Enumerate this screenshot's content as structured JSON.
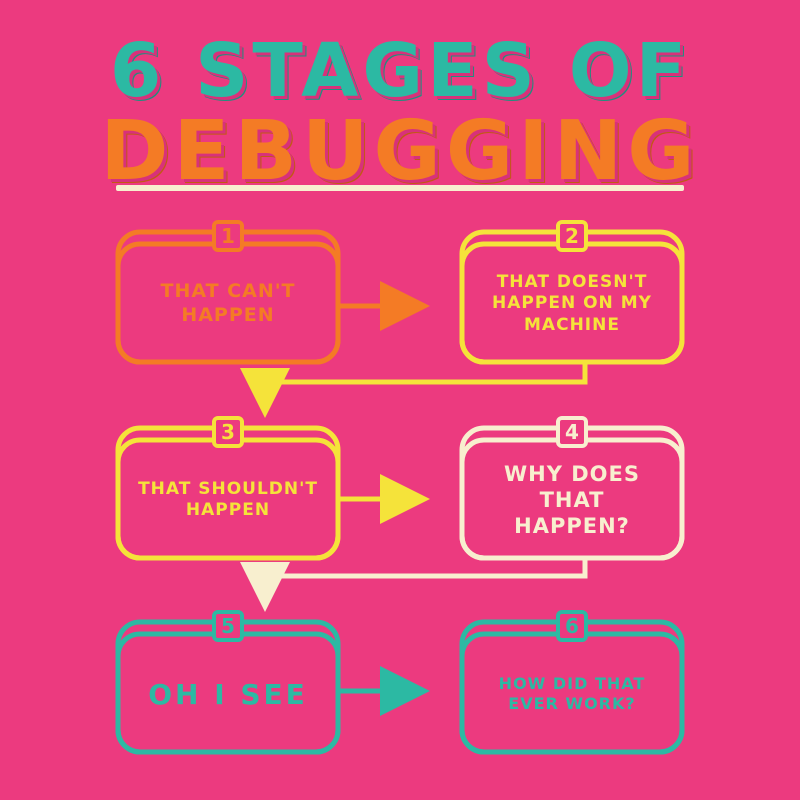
{
  "title": {
    "line1": "6 STAGES OF",
    "line2": "DEBUGGING"
  },
  "colors": {
    "background": "#ec3a7f",
    "orange": "#f47b25",
    "yellow": "#f5e33a",
    "cream": "#f8efcf",
    "teal": "#2cb9a3"
  },
  "stages": [
    {
      "number": "1",
      "text": "THAT CAN'T HAPPEN",
      "color": "#f47b25"
    },
    {
      "number": "2",
      "text": "THAT DOESN'T HAPPEN ON MY MACHINE",
      "color": "#f5e33a"
    },
    {
      "number": "3",
      "text": "THAT SHOULDN'T HAPPEN",
      "color": "#f5e33a"
    },
    {
      "number": "4",
      "text": "WHY DOES THAT HAPPEN?",
      "color": "#f8efcf"
    },
    {
      "number": "5",
      "text": "OH I SEE",
      "color": "#2cb9a3"
    },
    {
      "number": "6",
      "text": "HOW DID THAT EVER WORK?",
      "color": "#2cb9a3"
    }
  ]
}
